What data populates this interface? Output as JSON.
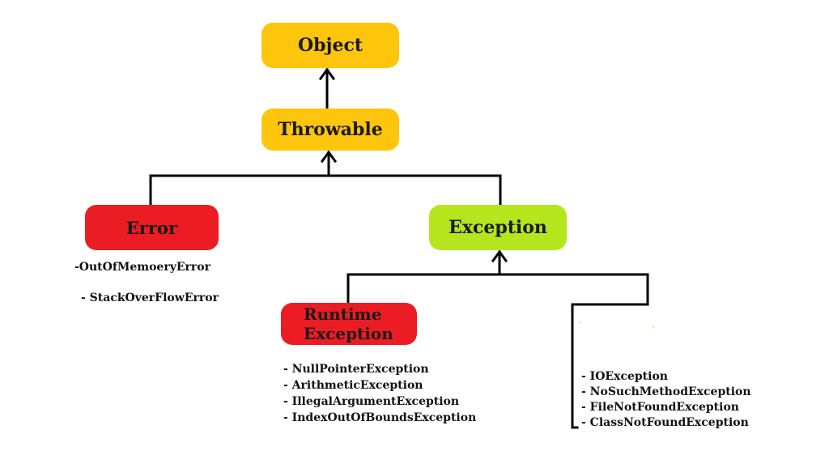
{
  "nodes": {
    "object": "Object",
    "throwable": "Throwable",
    "error": "Error",
    "exception": "Exception",
    "runtime_line1": "Runtime",
    "runtime_line2": "Exception"
  },
  "error_subclasses": [
    "-OutOfMemoeryError",
    "- StackOverFlowError"
  ],
  "runtime_subclasses": [
    "- NullPointerException",
    "- ArithmeticException",
    "- IllegalArgumentException",
    "- IndexOutOfBoundsException"
  ],
  "checked_subclasses": [
    "- IOException",
    "- NoSuchMethodException",
    "- FileNotFoundException",
    "- ClassNotFoundException"
  ],
  "colors": {
    "object_fill": "#fdc50c",
    "throwable_fill": "#fdc50c",
    "error_fill": "#ec1c24",
    "exception_fill": "#b5e61d",
    "runtime_fill": "#ec1c24",
    "connector": "#000000"
  }
}
